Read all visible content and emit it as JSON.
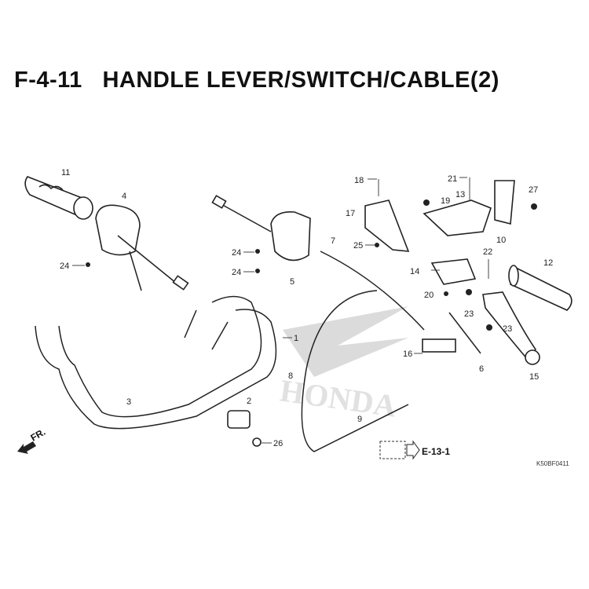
{
  "title": "F-4-11   HANDLE LEVER/SWITCH/CABLE(2)",
  "watermark": "HONDA",
  "front_indicator": "FR.",
  "reference": "E-13-1",
  "diagram_code": "K50BF0411",
  "callouts": [
    "1",
    "2",
    "3",
    "4",
    "5",
    "6",
    "7",
    "8",
    "9",
    "10",
    "11",
    "12",
    "13",
    "14",
    "15",
    "16",
    "17",
    "18",
    "19",
    "20",
    "21",
    "22",
    "23",
    "23",
    "24",
    "24",
    "24",
    "25",
    "26",
    "27"
  ]
}
